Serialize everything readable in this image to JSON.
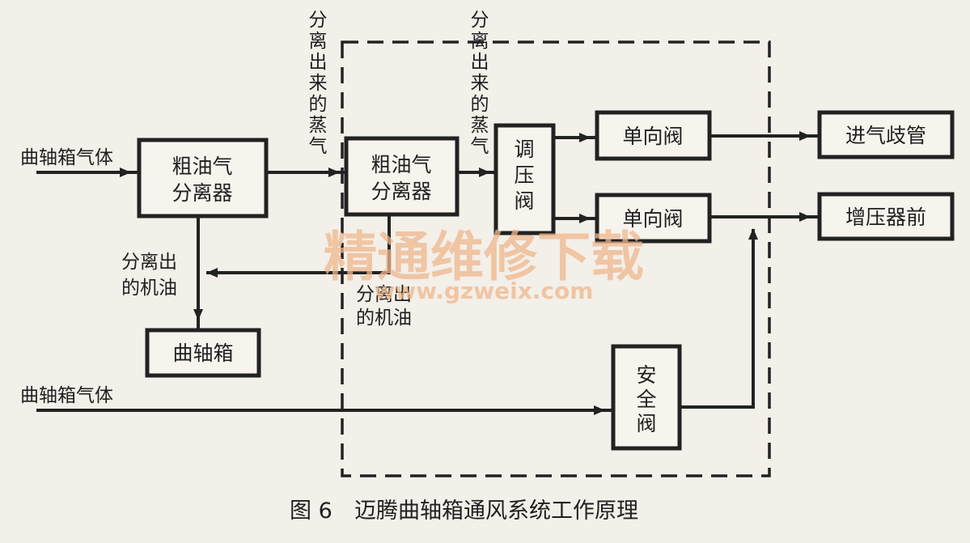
{
  "inputs": {
    "crankcase_gas_top": "曲轴箱气体",
    "crankcase_gas_bottom": "曲轴箱气体"
  },
  "labels": {
    "separated_vapor_1": "分离出来的蒸气",
    "separated_vapor_2": "分离出来的蒸气",
    "separated_oil_1": [
      "分离出",
      "的机油"
    ],
    "separated_oil_2": [
      "分离出",
      "的机油"
    ]
  },
  "boxes": {
    "coarse_sep_1": [
      "粗油气",
      "分离器"
    ],
    "coarse_sep_2": [
      "粗油气",
      "分离器"
    ],
    "pressure_reg": "调压阀",
    "check_valve_1": "单向阀",
    "check_valve_2": "单向阀",
    "intake_manifold": "进气歧管",
    "turbo_front": "增压器前",
    "crankcase": "曲轴箱",
    "safety_valve": "安全阀"
  },
  "watermark": {
    "text": "精通维修下载",
    "url": "www.gzweix.com"
  },
  "caption": {
    "number": "图 6",
    "title": "迈腾曲轴箱通风系统工作原理"
  }
}
